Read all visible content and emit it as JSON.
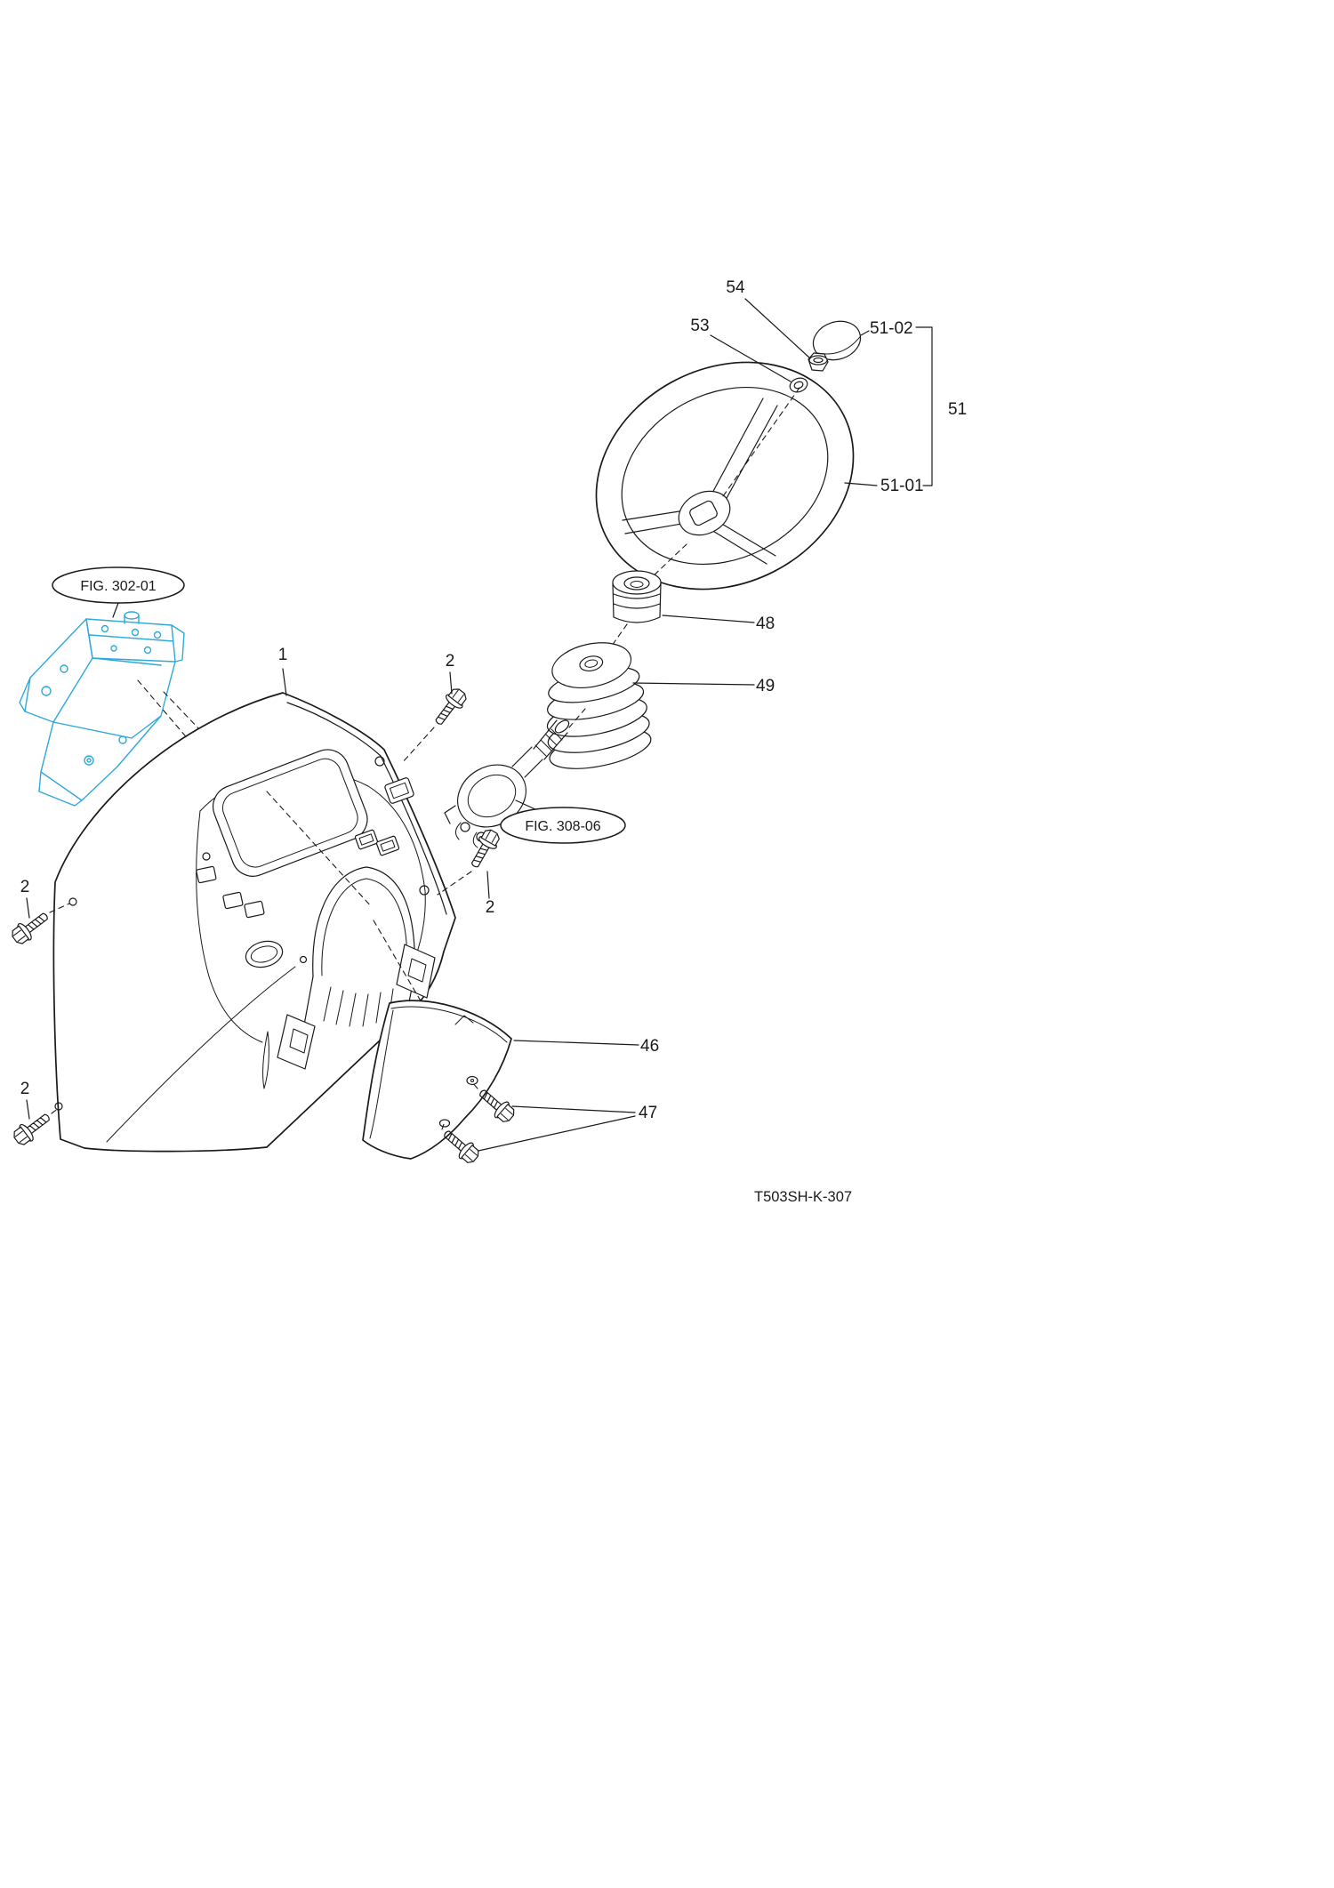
{
  "figure": {
    "code": "T503SH-K-307"
  },
  "callouts": {
    "fig_302_01": "FIG. 302-01",
    "fig_308_06": "FIG. 308-06"
  },
  "labels": {
    "part_1": "1",
    "part_2": "2",
    "part_46": "46",
    "part_47": "47",
    "part_48": "48",
    "part_49": "49",
    "part_51": "51",
    "part_51_01": "51-01",
    "part_51_02": "51-02",
    "part_53": "53",
    "part_54": "54"
  },
  "colors": {
    "line": "#1a1a1a",
    "highlight": "#2fa8dc"
  }
}
